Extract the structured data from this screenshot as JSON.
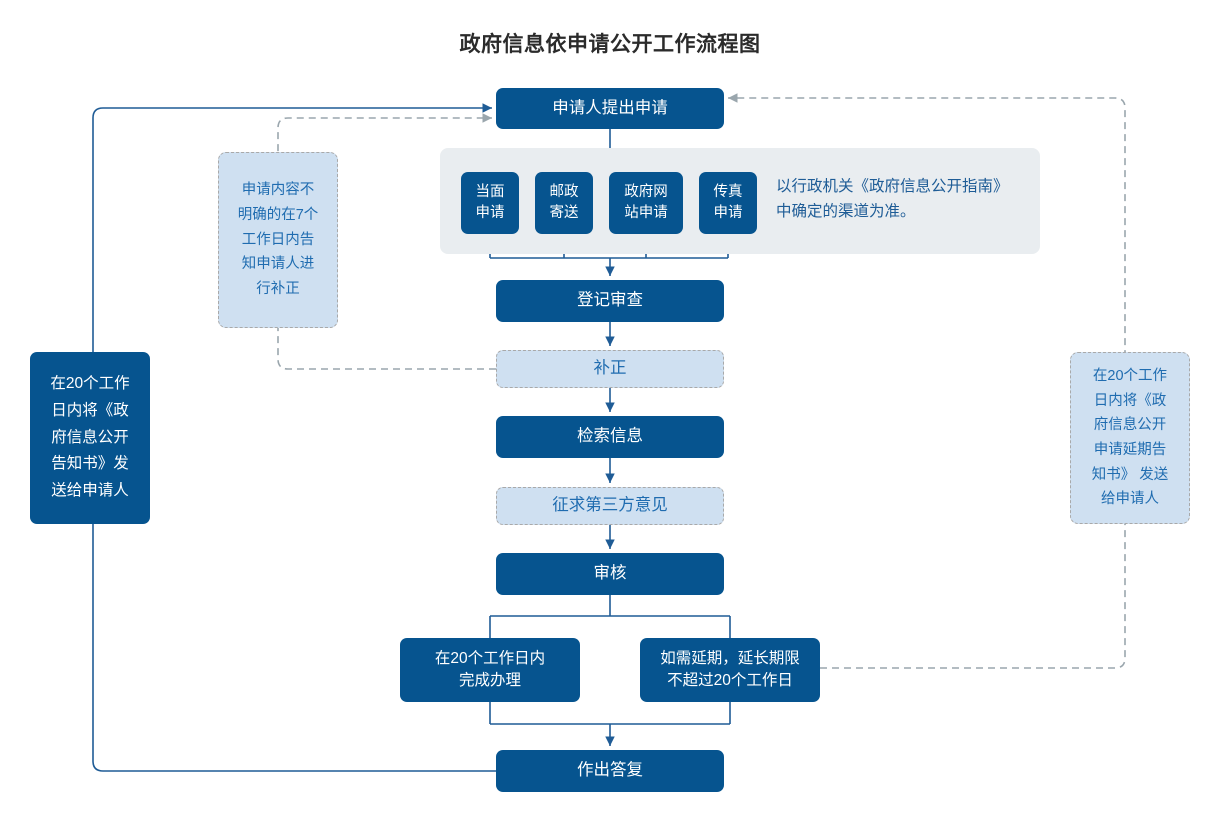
{
  "page": {
    "title": "政府信息依申请公开工作流程图"
  },
  "colors": {
    "solid_fill": "#06548f",
    "ghost_fill": "#cfe0f1",
    "ghost_text": "#1f6cb0",
    "panel_fill": "#e9edf0",
    "line": "#1f5c96",
    "dashed_line": "#9aa6ad",
    "title_text": "#2b2b2b"
  },
  "flow": {
    "apply": "申请人提出申请",
    "channels": [
      "当面\n申请",
      "邮政\n寄送",
      "政府网\n站申请",
      "传真\n申请"
    ],
    "channel_note": "以行政机关《政府信息公开指南》\n中确定的渠道为准。",
    "registration": "登记审查",
    "supplement": "补正",
    "retrieve": "检索信息",
    "third_party": "征求第三方意见",
    "review": "审核",
    "branch_normal": "在20个工作日内\n完成办理",
    "branch_extend": "如需延期，延长期限\n不超过20个工作日",
    "reply": "作出答复"
  },
  "annotations": {
    "left_dark": "在20个工作\n日内将《政\n府信息公开\n告知书》发\n送给申请人",
    "left_dashed": "申请内容不\n明确的在7个\n工作日内告\n知申请人进\n行补正",
    "right_dashed": "在20个工作\n日内将《政\n府信息公开\n申请延期告\n知书》 发送\n给申请人"
  }
}
